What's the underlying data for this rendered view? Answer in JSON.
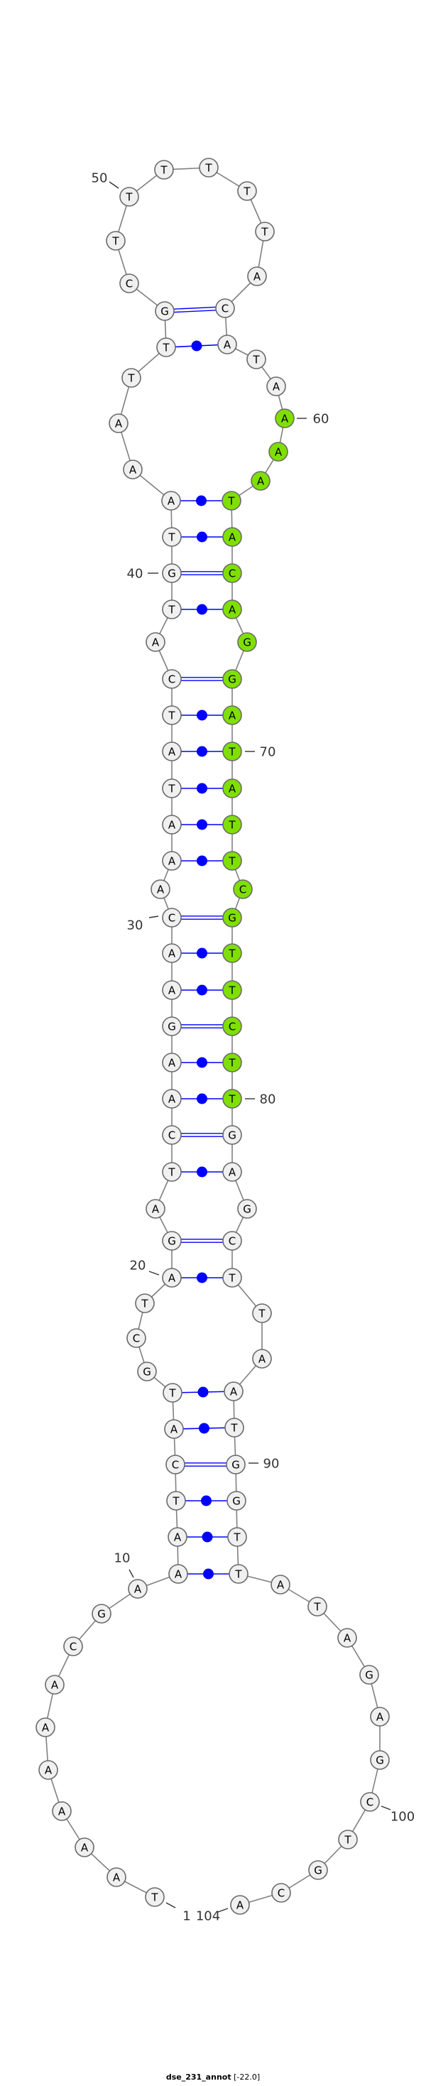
{
  "structure": {
    "sequence": "TAAAAAACGAAATCATGCTAGATCAAGAACAAATATCATGTAAATTGCTTTTTTACATAAAATACAGGATATTCGTTCTTGAGCTTAATGGTTATAGAGCTGCA",
    "pairs": [
      [
        11,
        93
      ],
      [
        12,
        92
      ],
      [
        13,
        91
      ],
      [
        14,
        90
      ],
      [
        15,
        89
      ],
      [
        16,
        88
      ],
      [
        20,
        85
      ],
      [
        21,
        84
      ],
      [
        23,
        82
      ],
      [
        24,
        81
      ],
      [
        25,
        80
      ],
      [
        26,
        79
      ],
      [
        27,
        78
      ],
      [
        28,
        77
      ],
      [
        29,
        76
      ],
      [
        30,
        75
      ],
      [
        32,
        73
      ],
      [
        33,
        72
      ],
      [
        34,
        71
      ],
      [
        35,
        70
      ],
      [
        36,
        69
      ],
      [
        37,
        68
      ],
      [
        39,
        66
      ],
      [
        40,
        65
      ],
      [
        41,
        64
      ],
      [
        42,
        63
      ],
      [
        46,
        57
      ],
      [
        47,
        56
      ]
    ],
    "highlight_range": [
      60,
      80
    ],
    "number_labels": [
      1,
      10,
      20,
      30,
      40,
      50,
      60,
      70,
      80,
      90,
      100,
      104
    ]
  },
  "colors": {
    "highlight": "#7fe000",
    "base_fill": "#f0f0f0",
    "pair_line": "#0000ff",
    "backbone": "#808080"
  },
  "caption": {
    "name": "dse_231_annot",
    "energy": "[-22.0]"
  }
}
